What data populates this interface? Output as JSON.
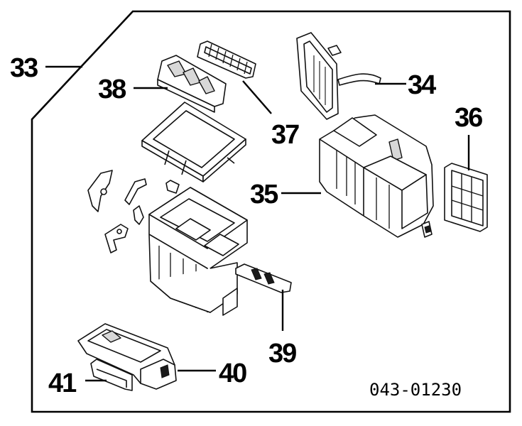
{
  "callouts": {
    "c33": "33",
    "c34": "34",
    "c35": "35",
    "c36": "36",
    "c37": "37",
    "c38": "38",
    "c39": "39",
    "c40": "40",
    "c41": "41"
  },
  "diagram_code": "043-01230"
}
